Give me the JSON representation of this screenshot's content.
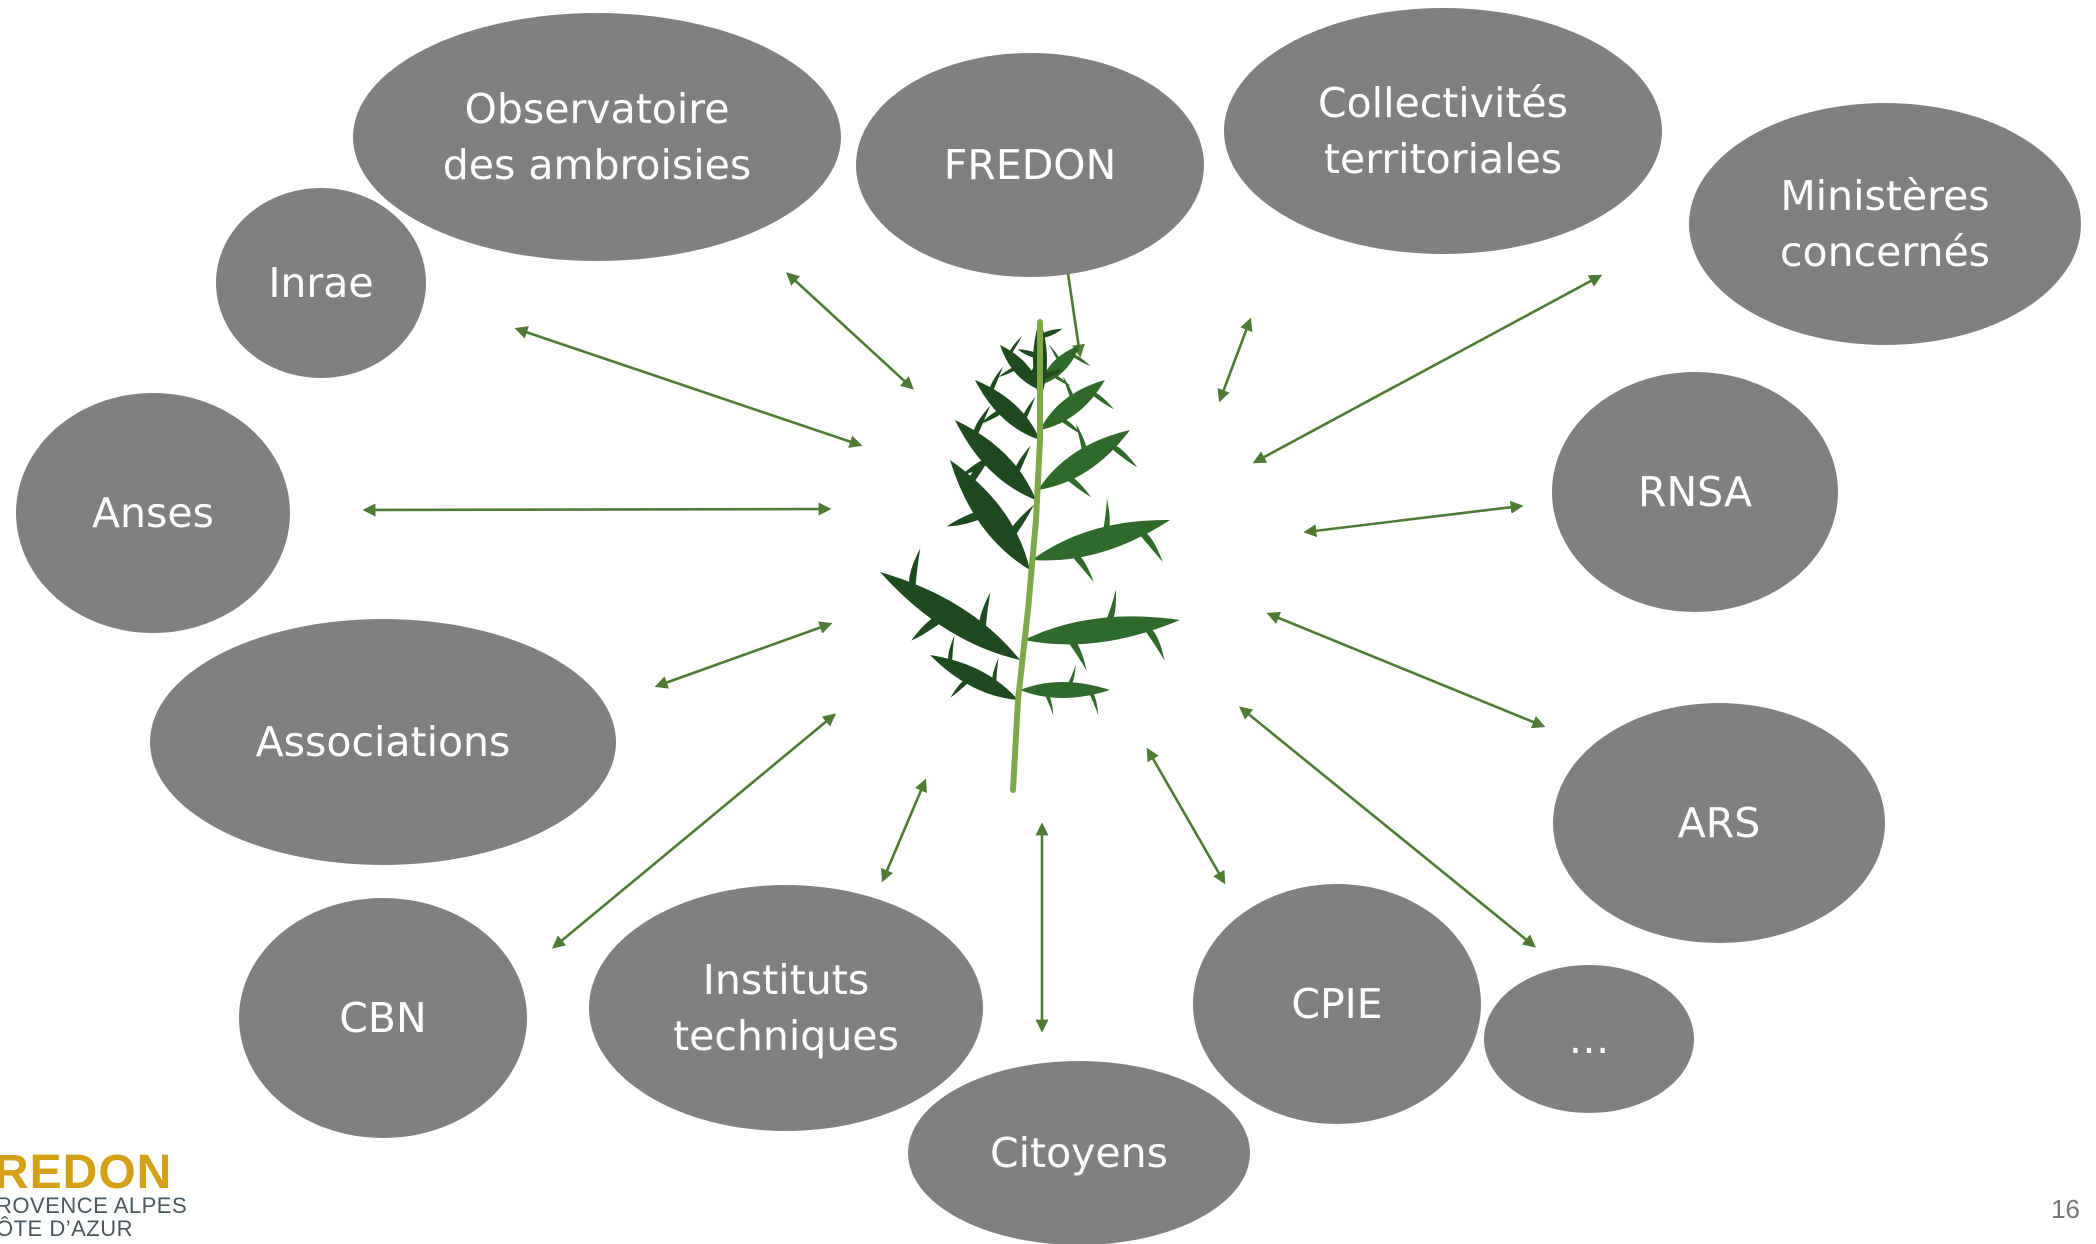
{
  "colors": {
    "node_fill": "#808080",
    "node_text": "#ffffff",
    "arrow": "#4f7a34",
    "leaf_dark": "#1f4a1f",
    "leaf_light": "#2f6a2a",
    "stem": "#7fa84a",
    "logo_brand": "#d4a017",
    "logo_sub": "#4a5660"
  },
  "central_image": "ragweed-leaf",
  "nodes": [
    {
      "id": "observatoire",
      "lines": [
        "Observatoire",
        "des ambroisies"
      ]
    },
    {
      "id": "fredon",
      "lines": [
        "FREDON"
      ]
    },
    {
      "id": "collectivites",
      "lines": [
        "Collectivités",
        "territoriales"
      ]
    },
    {
      "id": "ministeres",
      "lines": [
        "Ministères",
        "concernés"
      ]
    },
    {
      "id": "inrae",
      "lines": [
        "Inrae"
      ]
    },
    {
      "id": "anses",
      "lines": [
        "Anses"
      ]
    },
    {
      "id": "rnsa",
      "lines": [
        "RNSA"
      ]
    },
    {
      "id": "associations",
      "lines": [
        "Associations"
      ]
    },
    {
      "id": "ars",
      "lines": [
        "ARS"
      ]
    },
    {
      "id": "cbn",
      "lines": [
        "CBN"
      ]
    },
    {
      "id": "instituts",
      "lines": [
        "Instituts",
        "techniques"
      ]
    },
    {
      "id": "cpie",
      "lines": [
        "CPIE"
      ]
    },
    {
      "id": "etc",
      "lines": [
        "…"
      ]
    },
    {
      "id": "citoyens",
      "lines": [
        "Citoyens"
      ]
    }
  ],
  "logo": {
    "brand": "REDON",
    "line1": "ROVENCE ALPES",
    "line2": "ÔTE D’AZUR"
  },
  "page_number": "16"
}
